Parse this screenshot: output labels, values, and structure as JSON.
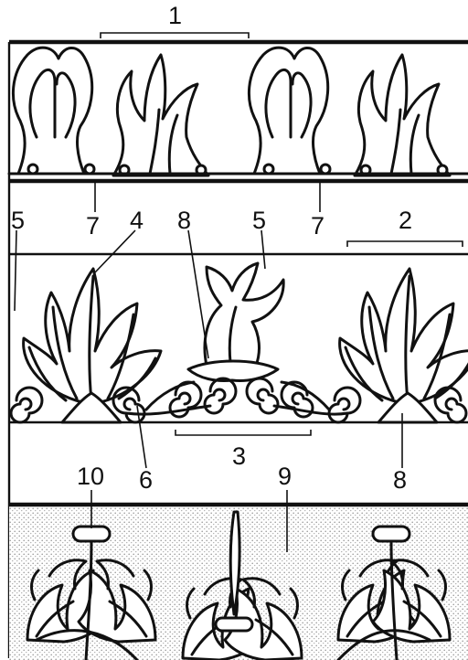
{
  "figure": {
    "callouts": {
      "c1": "1",
      "c2": "2",
      "c3": "3",
      "c4": "4",
      "c5a": "5",
      "c5b": "5",
      "c6": "6",
      "c7a": "7",
      "c7b": "7",
      "c8a": "8",
      "c8b": "8",
      "c9": "9",
      "c10": "10"
    },
    "colors": {
      "ink": "#111111",
      "paper": "#ffffff",
      "stipple": "#9a9a9a"
    },
    "bands": [
      {
        "name": "lotus-palmette-frieze"
      },
      {
        "name": "anthemion-frieze"
      },
      {
        "name": "acanthus-scroll-frieze"
      }
    ]
  }
}
